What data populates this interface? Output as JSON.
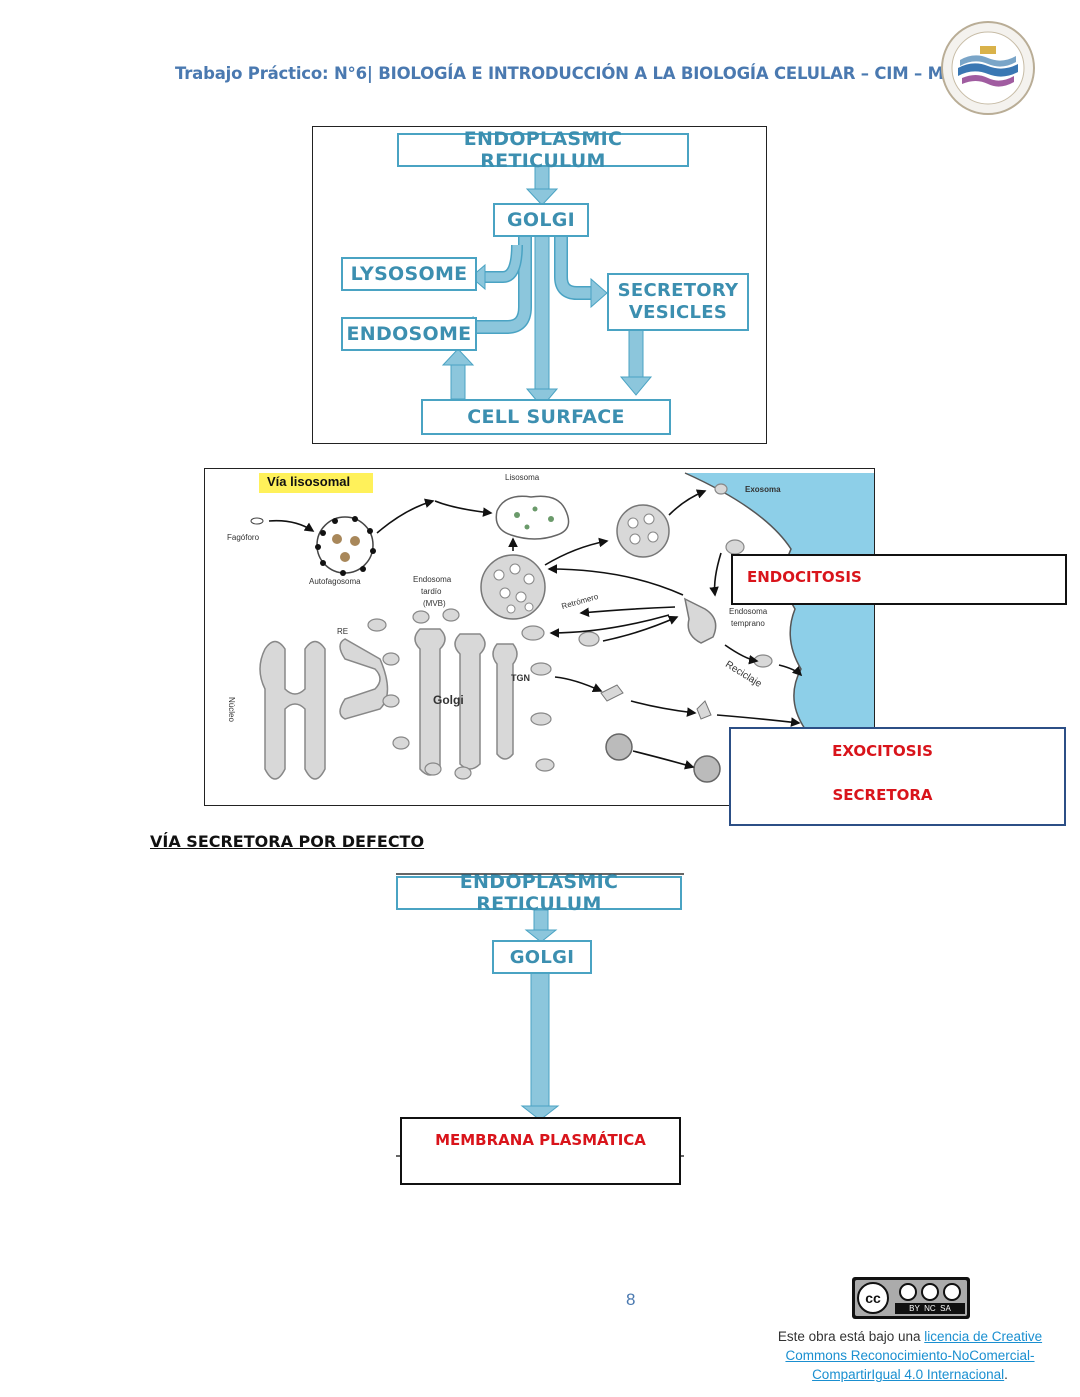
{
  "header": {
    "title": "Trabajo Práctico: N°6| BIOLOGÍA E INTRODUCCIÓN A LA BIOLOGÍA CELULAR – CIM – Medicina"
  },
  "diagram1": {
    "er": "ENDOPLASMIC RETICULUM",
    "golgi": "GOLGI",
    "lysosome": "LYSOSOME",
    "endosome": "ENDOSOME",
    "secretory_line1": "SECRETORY",
    "secretory_line2": "VESICLES",
    "cell_surface": "CELL SURFACE"
  },
  "diagram2": {
    "via_lisosomal": "Vía lisosomal",
    "fagoforo": "Fagóforo",
    "autofagosoma": "Autofagosoma",
    "lisosoma": "Lisosoma",
    "endosoma_tardio_1": "Endosoma",
    "endosoma_tardio_2": "tardío",
    "endosoma_tardio_3": "(MVB)",
    "exosoma": "Exosoma",
    "retromero": "Retrómero",
    "endosoma_temprano_1": "Endosoma",
    "endosoma_temprano_2": "temprano",
    "re": "RE",
    "tgn": "TGN",
    "golgi": "Golgi",
    "reciclaje": "Reciclaje",
    "nucleo": "Núcleo",
    "endocitosis": "ENDOCITOSIS",
    "exocitosis_1": "EXOCITOSIS",
    "exocitosis_2": "SECRETORA"
  },
  "section": {
    "title": "VÍA SECRETORA POR DEFECTO"
  },
  "diagram3": {
    "er": "ENDOPLASMIC RETICULUM",
    "golgi": "GOLGI",
    "membrana": "MEMBRANA PLASMÁTICA"
  },
  "footer": {
    "page_number": "8",
    "license_prefix": "Este obra está bajo una ",
    "license_link": "licencia de Creative Commons Reconocimiento-NoComercial-CompartirIgual 4.0 Internacional",
    "license_suffix": ".",
    "cc_badge": "BY  NC  SA"
  },
  "colors": {
    "header_blue": "#4a79b0",
    "diagram_blue": "#4aa3c3",
    "label_red": "#d9141b",
    "link_blue": "#1a8fd0"
  }
}
